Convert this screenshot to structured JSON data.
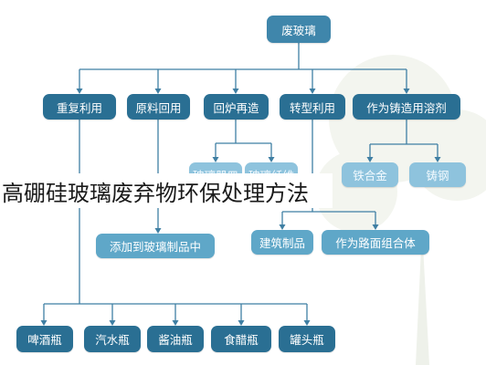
{
  "colors": {
    "connector": "#3f7fa3",
    "box_dark": "#2a6f93",
    "box_light": "#5fa7c8",
    "tree_watermark": "#eef1ea"
  },
  "root": "废玻璃",
  "level1": [
    "重复利用",
    "原料回用",
    "回炉再造",
    "转型利用",
    "作为铸造用溶剂"
  ],
  "level2_recast": [
    "玻璃器皿",
    "玻璃纤维"
  ],
  "level2_flux": [
    "铁合金",
    "铸钢"
  ],
  "level2_transform": [
    "建筑制品",
    "作为路面组合体"
  ],
  "level2_raw": "添加到玻璃制品中",
  "bottles": [
    "啤酒瓶",
    "汽水瓶",
    "酱油瓶",
    "食醋瓶",
    "罐头瓶"
  ],
  "overlay_caption": "高硼硅玻璃废弃物环保处理方法"
}
